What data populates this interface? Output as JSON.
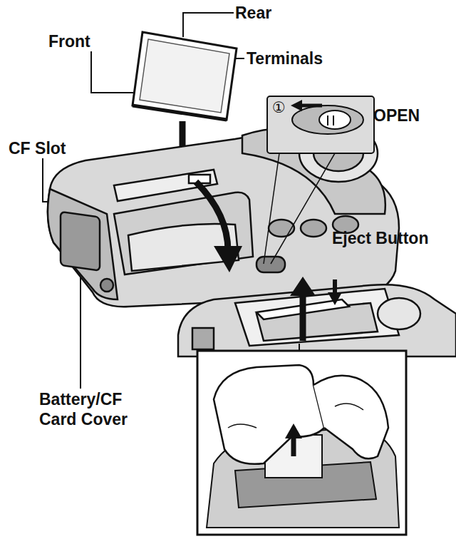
{
  "diagram": {
    "labels": [
      "Rear",
      "Front",
      "Terminals",
      "①",
      "OPEN",
      "CF Slot",
      "Eject Button",
      "Battery/CF Card Cover"
    ]
  }
}
